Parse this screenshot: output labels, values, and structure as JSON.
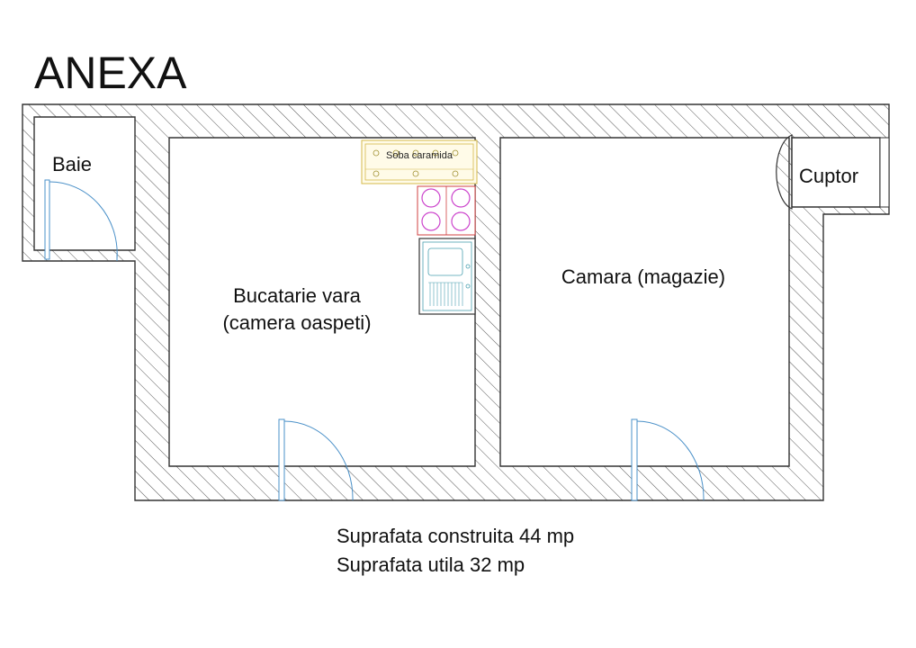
{
  "title": "ANEXA",
  "rooms": {
    "baie": "Baie",
    "cuptor": "Cuptor",
    "bucatarie_line1": "Bucatarie vara",
    "bucatarie_line2": "(camera oaspeti)",
    "camara": "Camara (magazie)"
  },
  "fixtures": {
    "soba": "Soba caramida"
  },
  "areas": {
    "construita": "Suprafata construita 44 mp",
    "utila": "Suprafata utila 32 mp"
  },
  "colors": {
    "wall_stroke": "#333333",
    "hatch": "#555555",
    "door": "#4a90c8",
    "stove": "#d4b84a",
    "hob": "#cc44cc",
    "hob_rim": "#d04040",
    "sink": "#4aa0b0"
  }
}
